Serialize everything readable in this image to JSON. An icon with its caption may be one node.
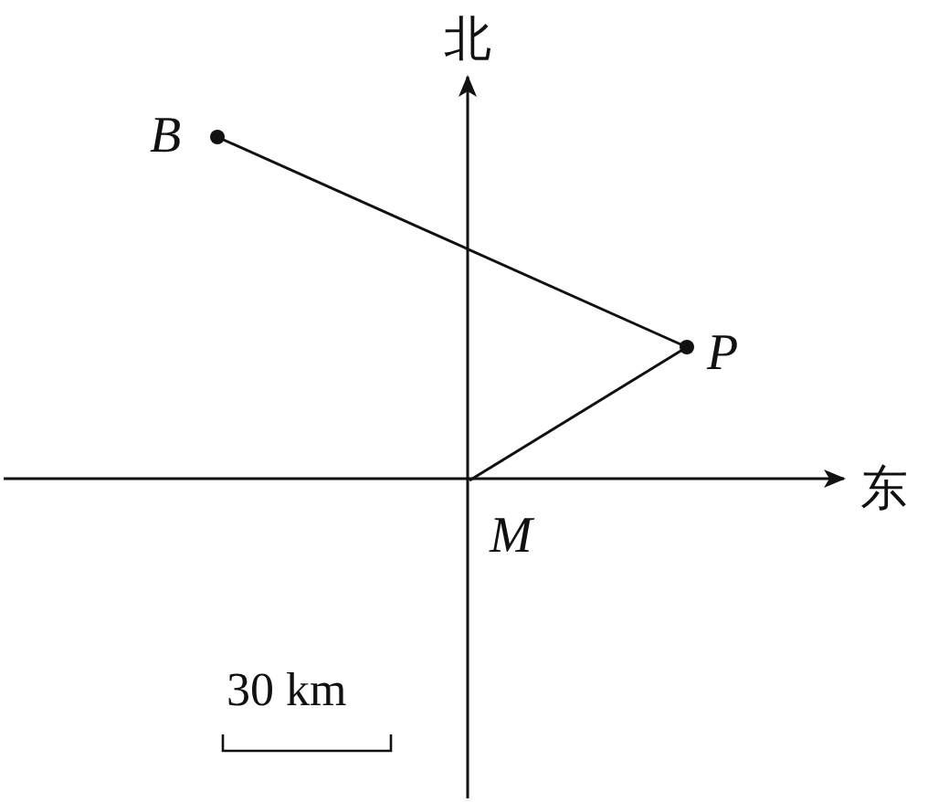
{
  "diagram": {
    "nodes": [
      {
        "text": [
          "B"
        ]
      },
      {
        "text": [
          "P"
        ]
      },
      {
        "text": [
          "M"
        ]
      }
    ],
    "edges": [
      {
        "from": 0,
        "to": 1,
        "arrow": "none"
      },
      {
        "from": 1,
        "to": 2,
        "arrow": "none"
      }
    ],
    "labels": [
      "北",
      "东",
      "30 km"
    ]
  }
}
